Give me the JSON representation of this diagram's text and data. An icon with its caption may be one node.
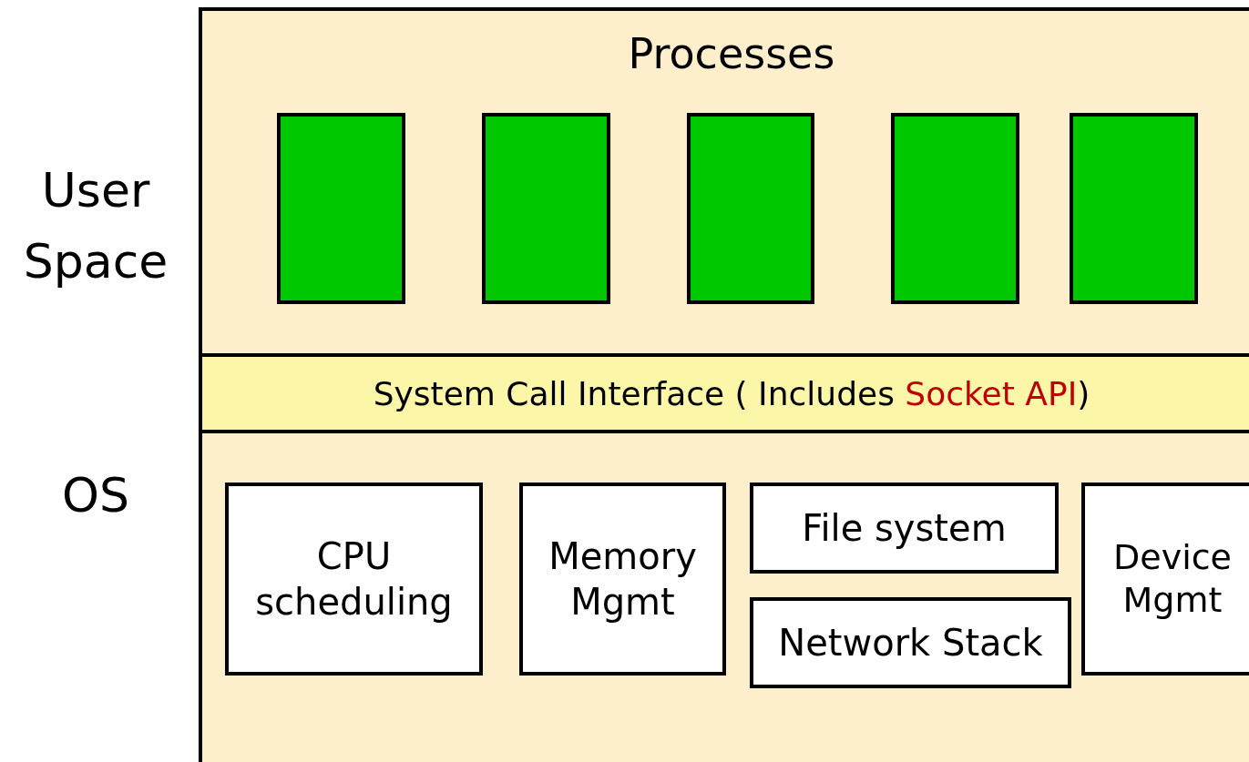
{
  "diagram": {
    "nodes": [
      {
        "text": [
          "Processes"
        ]
      },
      {
        "text": [],
        "shape": "box",
        "in": 0
      },
      {
        "text": [],
        "shape": "box",
        "in": 0
      },
      {
        "text": [],
        "shape": "box",
        "in": 0
      },
      {
        "text": [],
        "shape": "box",
        "in": 0
      },
      {
        "text": [],
        "shape": "box",
        "in": 0
      },
      {
        "text": [
          "System Call Interface ( Includes *Socket API*)"
        ]
      },
      {
        "text": [],
        "shape": "box"
      },
      {
        "text": [
          "CPU scheduling"
        ],
        "in": 7
      },
      {
        "text": [
          "Memory Mgmt"
        ],
        "in": 7
      },
      {
        "text": [
          "File system"
        ],
        "in": 7
      },
      {
        "text": [
          "Network Stack"
        ],
        "in": 7
      },
      {
        "text": [
          "Device Mgmt"
        ],
        "in": 7
      }
    ],
    "edges": [],
    "labels": [
      "User Space",
      "OS"
    ]
  }
}
